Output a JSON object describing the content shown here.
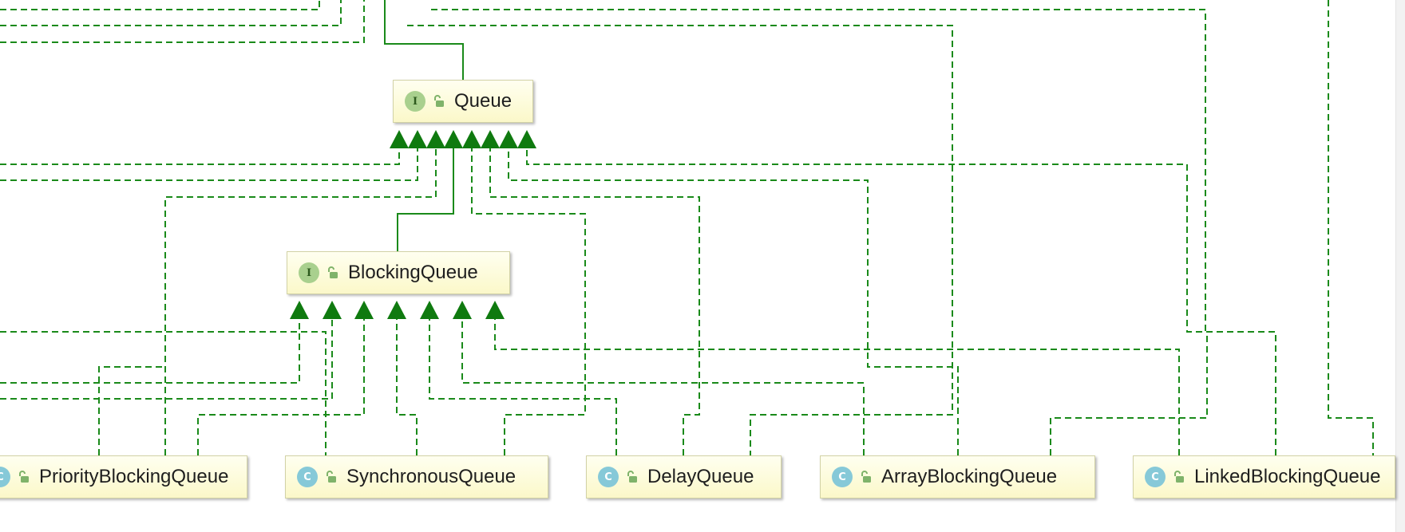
{
  "diagram": {
    "interfaces": [
      {
        "name": "Queue",
        "badge": "I"
      },
      {
        "name": "BlockingQueue",
        "badge": "I"
      }
    ],
    "classes": [
      {
        "name": "PriorityBlockingQueue",
        "badge": "C"
      },
      {
        "name": "SynchronousQueue",
        "badge": "C"
      },
      {
        "name": "DelayQueue",
        "badge": "C"
      },
      {
        "name": "ArrayBlockingQueue",
        "badge": "C"
      },
      {
        "name": "LinkedBlockingQueue",
        "badge": "C"
      }
    ],
    "colors": {
      "edge": "#1a8a1a",
      "arrowhead": "#0f7a0f",
      "node_fill": "#fbf8c9",
      "interface_badge": "#a9d08e",
      "class_badge": "#86c9d8"
    }
  }
}
